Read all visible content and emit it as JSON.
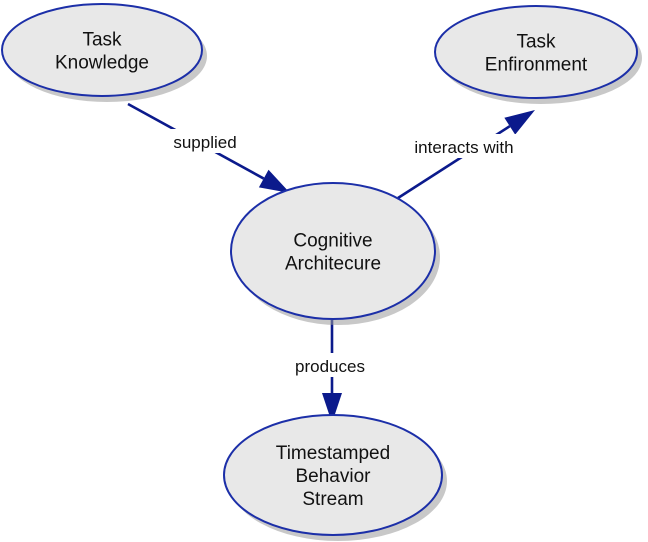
{
  "nodes": [
    {
      "id": "task-knowledge",
      "lines": [
        "Task",
        "Knowledge"
      ]
    },
    {
      "id": "task-enfironment",
      "lines": [
        "Task",
        "Enfironment"
      ]
    },
    {
      "id": "cognitive-architecure",
      "lines": [
        "Cognitive",
        "Architecure"
      ]
    },
    {
      "id": "timestamped-behavior-stream",
      "lines": [
        "Timestamped",
        "Behavior",
        "Stream"
      ]
    }
  ],
  "edges": [
    {
      "id": "supplied",
      "from": "task-knowledge",
      "to": "cognitive-architecure",
      "label": "supplied"
    },
    {
      "id": "interacts-with",
      "from": "cognitive-architecure",
      "to": "task-enfironment",
      "label": "interacts with"
    },
    {
      "id": "produces",
      "from": "cognitive-architecure",
      "to": "timestamped-behavior-stream",
      "label": "produces"
    }
  ],
  "colors": {
    "node_fill": "#e8e8e8",
    "node_stroke": "#1c2fa8",
    "edge": "#0b1a8c",
    "shadow": "#9a9a9a"
  }
}
